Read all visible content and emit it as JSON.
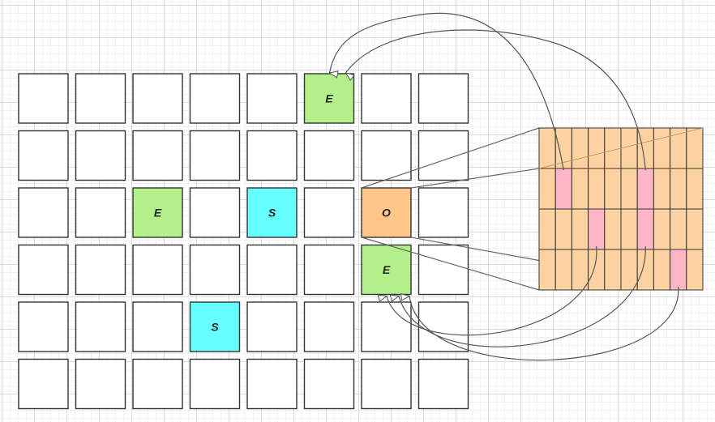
{
  "grid": {
    "rows": 6,
    "cols": 8,
    "colors": {
      "empty": "#ffffff",
      "E": "#b3f08a",
      "S": "#66ffff",
      "O": "#ffc589",
      "border": "#333333"
    },
    "cells": [
      {
        "row": 0,
        "col": 5,
        "label": "E",
        "kind": "E"
      },
      {
        "row": 2,
        "col": 2,
        "label": "E",
        "kind": "E"
      },
      {
        "row": 2,
        "col": 4,
        "label": "S",
        "kind": "S"
      },
      {
        "row": 2,
        "col": 6,
        "label": "O",
        "kind": "O"
      },
      {
        "row": 3,
        "col": 6,
        "label": "E",
        "kind": "E"
      },
      {
        "row": 4,
        "col": 3,
        "label": "S",
        "kind": "S"
      }
    ]
  },
  "matrix": {
    "rows": 4,
    "cols": 10,
    "colors": {
      "fill": "#fcd3a0",
      "highlight": "#ffb6c6",
      "border": "#333333"
    },
    "highlights": [
      {
        "row": 1,
        "col": 1
      },
      {
        "row": 1,
        "col": 6
      },
      {
        "row": 2,
        "col": 3
      },
      {
        "row": 2,
        "col": 6
      },
      {
        "row": 3,
        "col": 8
      }
    ]
  }
}
